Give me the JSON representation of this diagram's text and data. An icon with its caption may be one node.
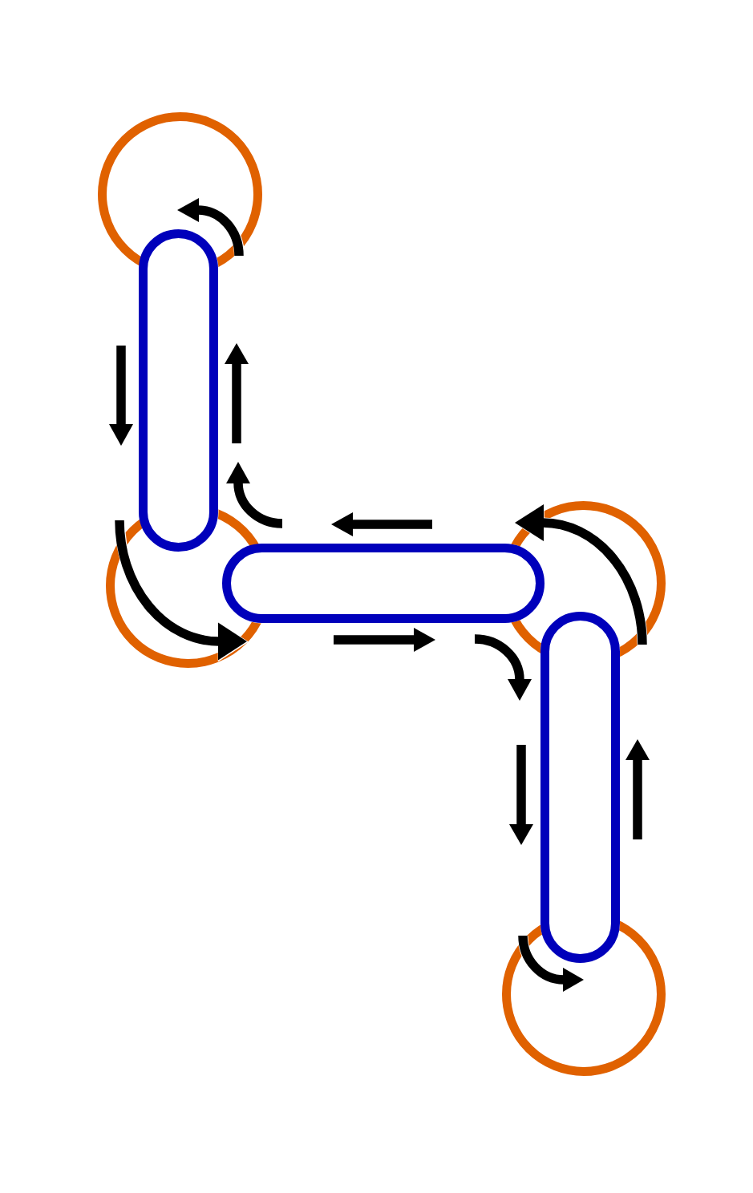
{
  "diagram": {
    "nodes": [
      {
        "text": [],
        "shape": "circle"
      },
      {
        "text": [],
        "shape": "capsule"
      },
      {
        "text": [],
        "shape": "circle"
      },
      {
        "text": [],
        "shape": "capsule"
      },
      {
        "text": [],
        "shape": "circle"
      },
      {
        "text": [],
        "shape": "capsule"
      },
      {
        "text": [],
        "shape": "circle"
      }
    ]
  }
}
